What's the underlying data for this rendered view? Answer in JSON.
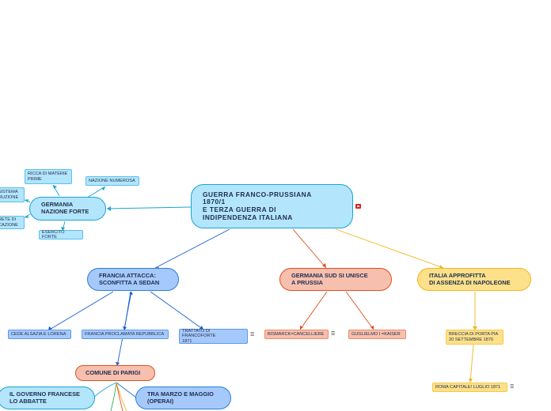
{
  "root": {
    "label": "GUERRA FRANCO-PRUSSIANA\n1870/1\nE TERZA GUERRA DI\nINDIPENDENZA ITALIANA"
  },
  "germania": {
    "label": "GERMANIA\nNAZIONE FORTE",
    "children": [
      "RICCA DI MATERIE\nPRIME",
      "NAZIONE NUMEROSA",
      "SISTEMA\nRUZIONE",
      "RETE DI\nCAZIONE",
      "ESERCITO FORTE"
    ]
  },
  "francia": {
    "label": "FRANCIA ATTACCA:\nSCONFITTA A SEDAN",
    "children": [
      "CEDE ALSAZIA E LORENA",
      "FRANCIA PROCLAMATA REPUBBLICA",
      "TRATTATO DI FRANCOFORTE\n1871"
    ]
  },
  "comune": {
    "label": "COMUNE DI PARIGI",
    "children": [
      "IL GOVERNO FRANCESE\nLO ABBATTE",
      "TRA MARZO E MAGGIO\n(OPERAI)"
    ]
  },
  "germania_sud": {
    "label": "GERMANIA SUD SI UNISCE\nA PRUSSIA",
    "children": [
      "BISMARCK=CANCELLIERE",
      "GUGLIELMO I =KAISER"
    ]
  },
  "italia": {
    "label": "ITALIA APPROFITTA\nDI ASSENZA DI NAPOLEONE",
    "children": [
      "BRECCIA DI PORTA PIA\n20 SETTEMBRE 1870",
      "ROMA CAPITALE! LUGLIO 1871"
    ]
  },
  "icons": {
    "note": "note-icon",
    "flag": "flag-icon"
  },
  "colors": {
    "blue_light": "#b3e5fc",
    "blue_mid": "#a6c9fb",
    "blue_line": "#2a7fd4",
    "salmon": "#f7bfae",
    "salmon_line": "#e0501f",
    "yellow": "#fde08a",
    "yellow_line": "#f2b51d"
  }
}
